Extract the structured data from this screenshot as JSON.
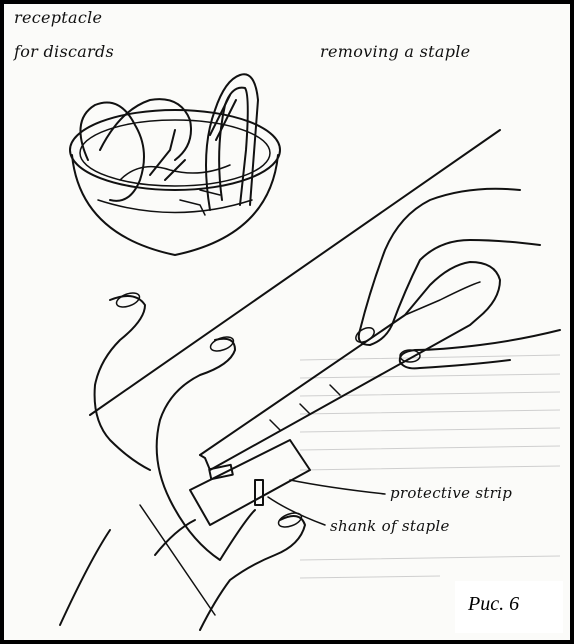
{
  "labels": {
    "receptacle_line1": "receptacle",
    "receptacle_line2": "for discards",
    "title": "removing a staple",
    "protective_strip": "protective strip",
    "shank": "shank of staple"
  },
  "figure_label": "Рис. 6"
}
